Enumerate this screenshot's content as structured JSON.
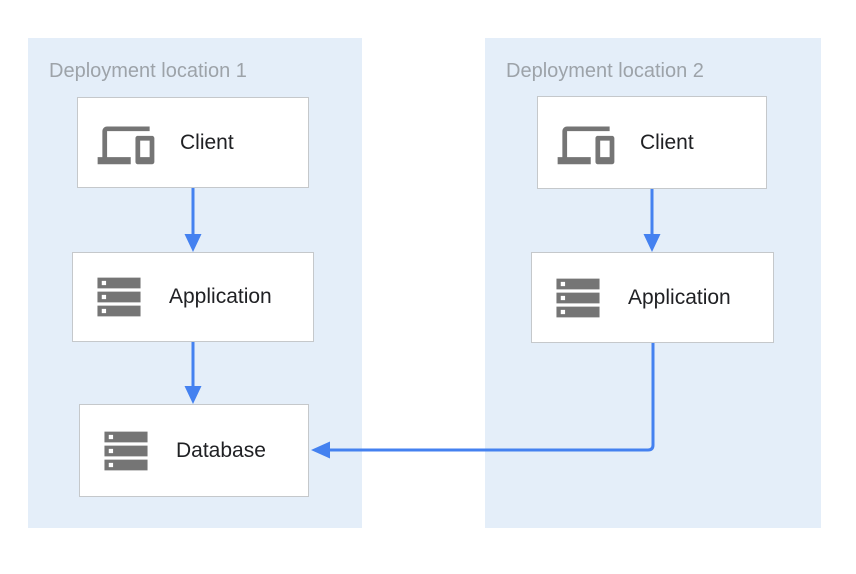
{
  "diagram": {
    "panels": [
      {
        "id": "location1",
        "title": "Deployment location 1",
        "nodes": [
          {
            "id": "client1",
            "label": "Client",
            "icon": "devices-icon"
          },
          {
            "id": "app1",
            "label": "Application",
            "icon": "server-icon"
          },
          {
            "id": "db1",
            "label": "Database",
            "icon": "server-icon"
          }
        ]
      },
      {
        "id": "location2",
        "title": "Deployment location 2",
        "nodes": [
          {
            "id": "client2",
            "label": "Client",
            "icon": "devices-icon"
          },
          {
            "id": "app2",
            "label": "Application",
            "icon": "server-icon"
          }
        ]
      }
    ],
    "edges": [
      {
        "from": "client1",
        "to": "app1"
      },
      {
        "from": "app1",
        "to": "db1"
      },
      {
        "from": "client2",
        "to": "app2"
      },
      {
        "from": "app2",
        "to": "db1"
      }
    ]
  },
  "theme": {
    "canvas_bg": "#ffffff",
    "panel_bg": "#e4eef9",
    "panel_title_color": "#9da3a9",
    "box_bg": "#ffffff",
    "box_border_color": "#c5c8cb",
    "label_color": "#202124",
    "icon_color": "#757575",
    "arrow_color": "#4481f0"
  }
}
